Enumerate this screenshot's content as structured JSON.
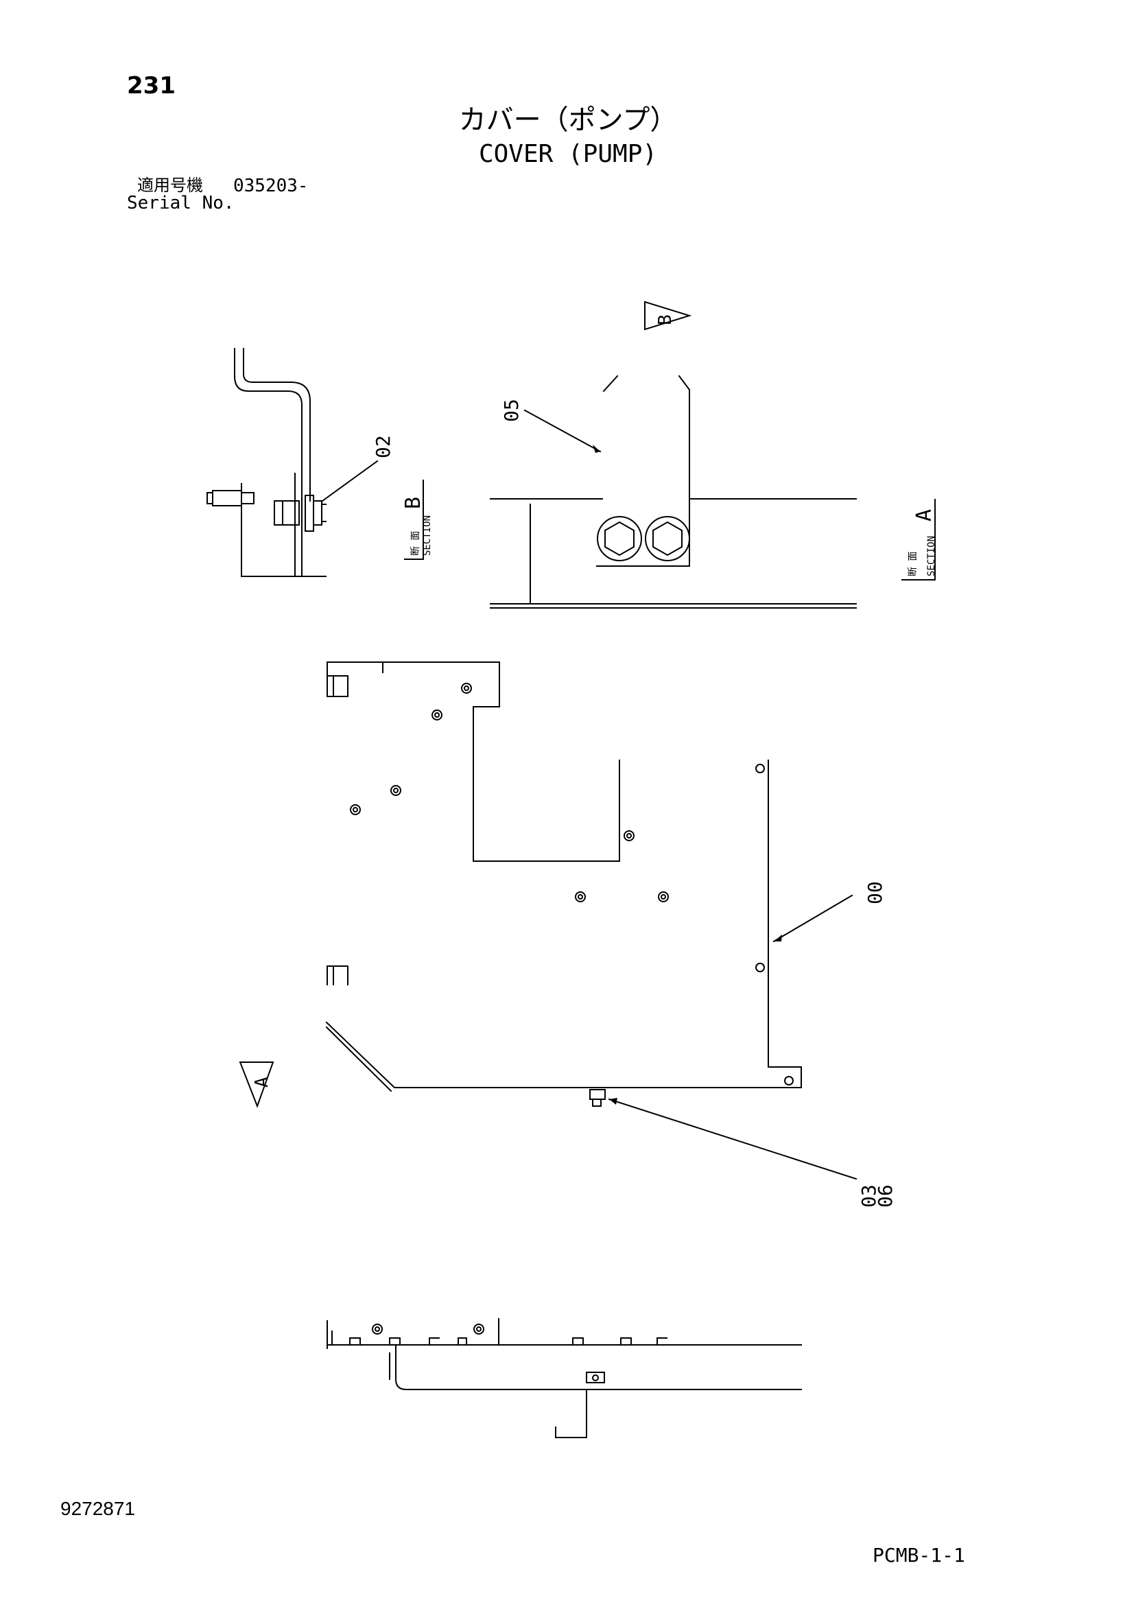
{
  "header": {
    "page_number": "231",
    "title_jp": "カバー（ポンプ）",
    "title_en": "COVER (PUMP)",
    "serial_label_jp": "適用号機",
    "serial_value": "035203-",
    "serial_label_en": "Serial No."
  },
  "callouts": {
    "part_02": "02",
    "part_05": "05",
    "part_00": "00",
    "part_03": "03",
    "part_06": "06"
  },
  "sections": {
    "section_b": {
      "letter": "B",
      "label_jp": "断 面",
      "label_en": "SECTION"
    },
    "section_a": {
      "letter": "A",
      "label_jp": "断 面",
      "label_en": "SECTION"
    },
    "arrow_b_letter": "B",
    "arrow_a_letter": "A"
  },
  "footer": {
    "doc_number": "9272871",
    "page_code": "PCMB-1-1"
  }
}
